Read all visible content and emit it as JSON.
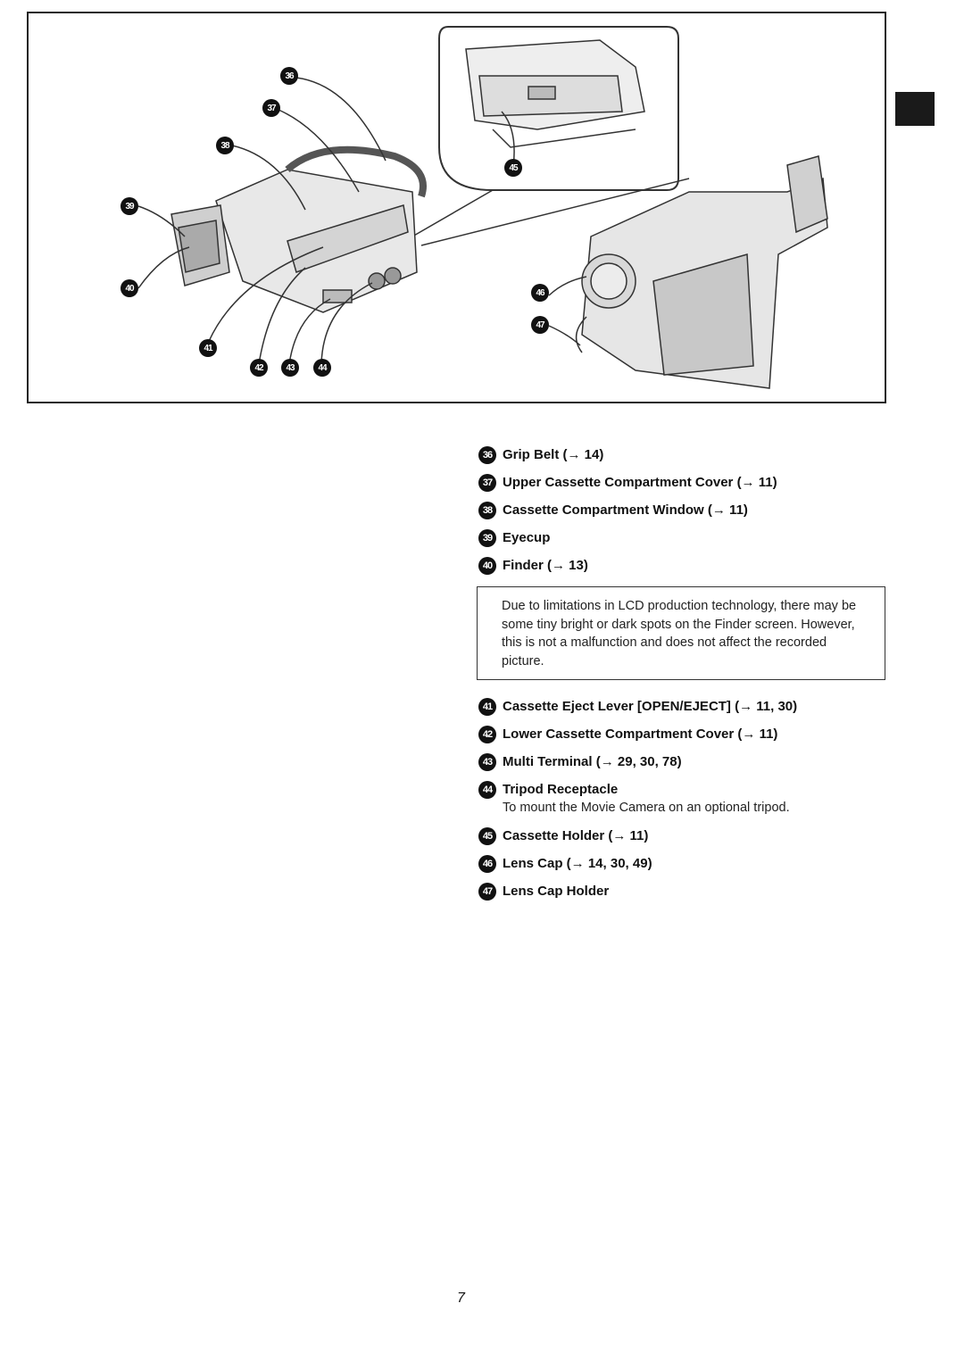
{
  "figure": {
    "callouts": [
      "36",
      "37",
      "38",
      "39",
      "40",
      "41",
      "42",
      "43",
      "44",
      "45",
      "46",
      "47"
    ]
  },
  "legend": {
    "items_top": [
      {
        "num": "36",
        "text": "Grip Belt (→ 14)"
      },
      {
        "num": "37",
        "text": "Upper Cassette Compartment Cover (→ 11)"
      },
      {
        "num": "38",
        "text": "Cassette Compartment Window (→ 11)"
      },
      {
        "num": "39",
        "text": "Eyecup"
      },
      {
        "num": "40",
        "text": "Finder (→ 13)"
      }
    ],
    "note": "Due to limitations in LCD production technology, there may be some tiny bright or dark spots on the Finder screen. However, this is not a malfunction and does not affect the recorded picture.",
    "items_bottom": [
      {
        "num": "41",
        "text": "Cassette Eject Lever [OPEN/EJECT] (→ 11, 30)"
      },
      {
        "num": "42",
        "text": "Lower Cassette Compartment Cover (→ 11)"
      },
      {
        "num": "43",
        "text": "Multi Terminal (→ 29, 30, 78)"
      },
      {
        "num": "44",
        "text": "Tripod Receptacle"
      }
    ],
    "tripod_desc": "To mount the Movie Camera on an optional tripod.",
    "items_end": [
      {
        "num": "45",
        "text": "Cassette Holder (→ 11)"
      },
      {
        "num": "46",
        "text": "Lens Cap (→ 14, 30, 49)"
      },
      {
        "num": "47",
        "text": "Lens Cap Holder"
      }
    ]
  },
  "page_number": "7"
}
